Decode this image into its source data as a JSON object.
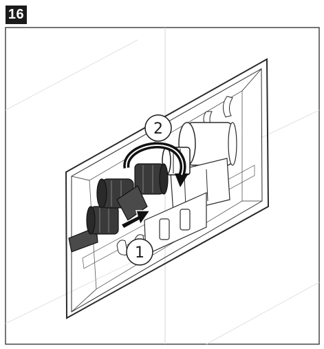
{
  "step": {
    "number": "16"
  },
  "callouts": [
    {
      "id": "callout-1",
      "label": "1"
    },
    {
      "id": "callout-2",
      "label": "2"
    }
  ],
  "colors": {
    "ink": "#1b1b1b",
    "dark_part": "#3a3a3a",
    "tile_line": "#d6d6d6",
    "frame_line": "#2a2a2a",
    "background": "#ffffff"
  },
  "icons": [
    "rotate-arrow-icon",
    "push-arrow-icon"
  ]
}
